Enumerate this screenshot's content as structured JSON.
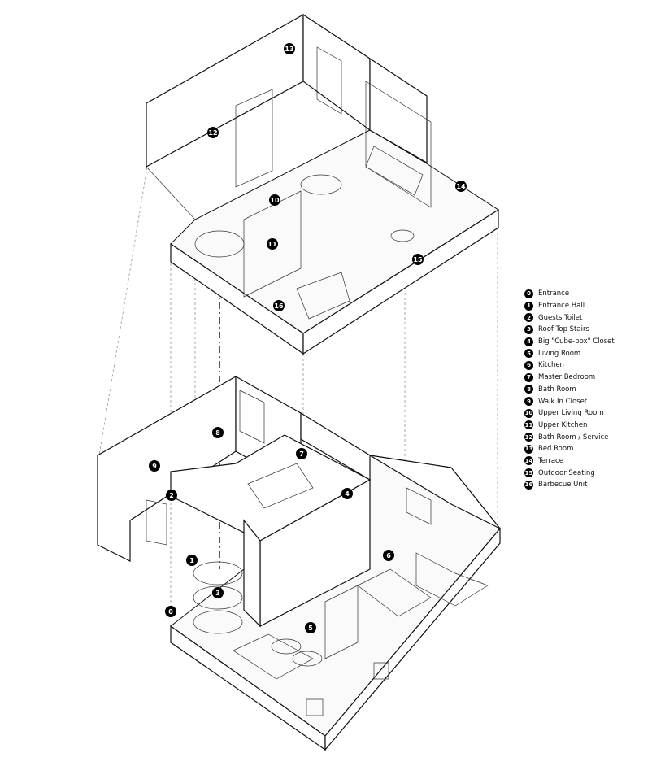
{
  "legend": [
    {
      "num": "0",
      "label": "Entrance"
    },
    {
      "num": "1",
      "label": "Entrance Hall"
    },
    {
      "num": "2",
      "label": "Guests Toilet"
    },
    {
      "num": "3",
      "label": "Roof Top Stairs"
    },
    {
      "num": "4",
      "label": "Big \"Cube-box\" Closet"
    },
    {
      "num": "5",
      "label": "Living Room"
    },
    {
      "num": "6",
      "label": "Kitchen"
    },
    {
      "num": "7",
      "label": "Master Bedroom"
    },
    {
      "num": "8",
      "label": "Bath Room"
    },
    {
      "num": "9",
      "label": "Walk In Closet"
    },
    {
      "num": "10",
      "label": "Upper Living Room"
    },
    {
      "num": "11",
      "label": "Upper Kitchen"
    },
    {
      "num": "12",
      "label": "Bath Room / Service"
    },
    {
      "num": "13",
      "label": "Bed Room"
    },
    {
      "num": "14",
      "label": "Terrace"
    },
    {
      "num": "15",
      "label": "Outdoor Seating"
    },
    {
      "num": "16",
      "label": "Barbecue Unit"
    }
  ],
  "markers": {
    "m0": "0",
    "m1": "1",
    "m2": "2",
    "m3": "3",
    "m4": "4",
    "m5": "5",
    "m6": "6",
    "m7": "7",
    "m8": "8",
    "m9": "9",
    "m10": "10",
    "m11": "11",
    "m12": "12",
    "m13": "13",
    "m14": "14",
    "m15": "15",
    "m16": "16"
  }
}
